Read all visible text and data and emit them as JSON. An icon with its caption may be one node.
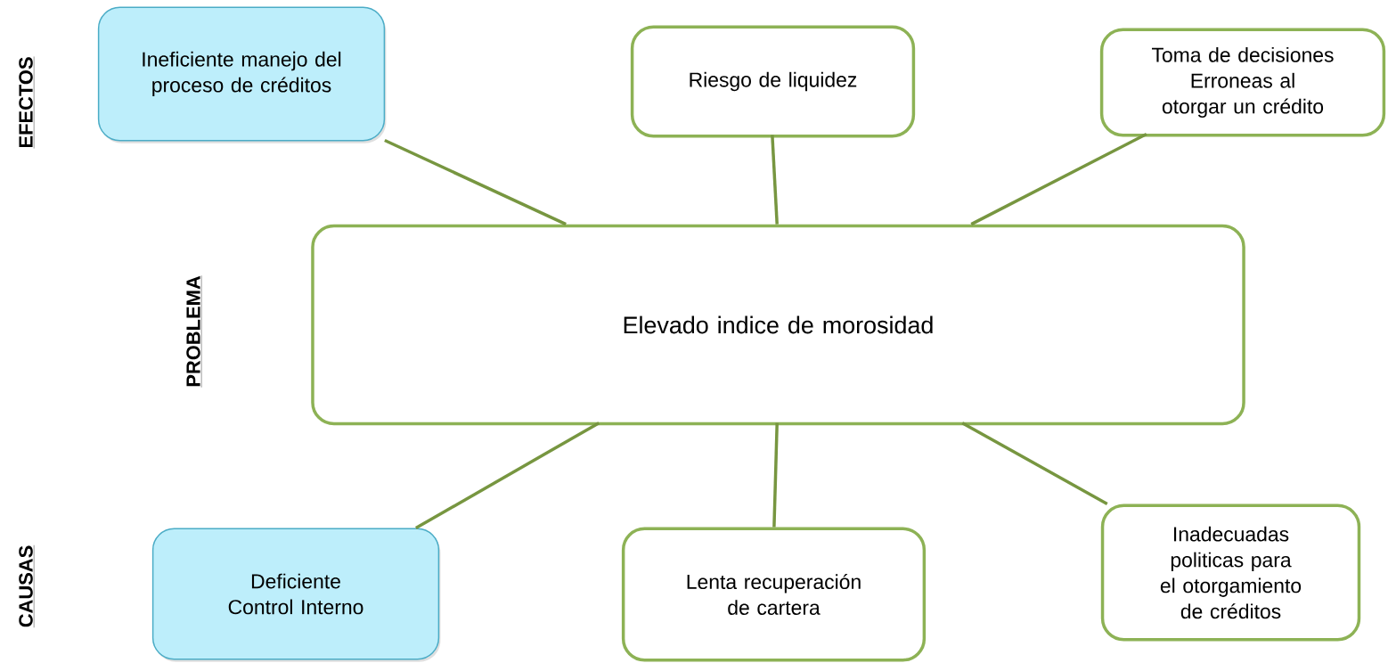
{
  "diagram": {
    "nodes": [
      {
        "text": [
          "Ineficiente manejo del proceso de créditos"
        ]
      },
      {
        "text": [
          "Riesgo de liquidez"
        ]
      },
      {
        "text": [
          "Toma de decisiones Erroneas al otorgar un crédito"
        ]
      },
      {
        "text": [
          "Elevado indice de morosidad"
        ]
      },
      {
        "text": [
          "Deficiente Control Interno"
        ]
      },
      {
        "text": [
          "Lenta recuperación de cartera"
        ]
      },
      {
        "text": [
          "Inadecuadas politicas para el otorgamiento de créditos"
        ]
      }
    ],
    "edges": [
      {
        "from": 3,
        "to": 0,
        "arrow": "none"
      },
      {
        "from": 3,
        "to": 1,
        "arrow": "none"
      },
      {
        "from": 3,
        "to": 2,
        "arrow": "none"
      },
      {
        "from": 3,
        "to": 4,
        "arrow": "none"
      },
      {
        "from": 3,
        "to": 5,
        "arrow": "none"
      },
      {
        "from": 3,
        "to": 6,
        "arrow": "none"
      }
    ],
    "labels": [
      "EFECTOS",
      "PROBLEMA",
      "CAUSAS"
    ]
  }
}
